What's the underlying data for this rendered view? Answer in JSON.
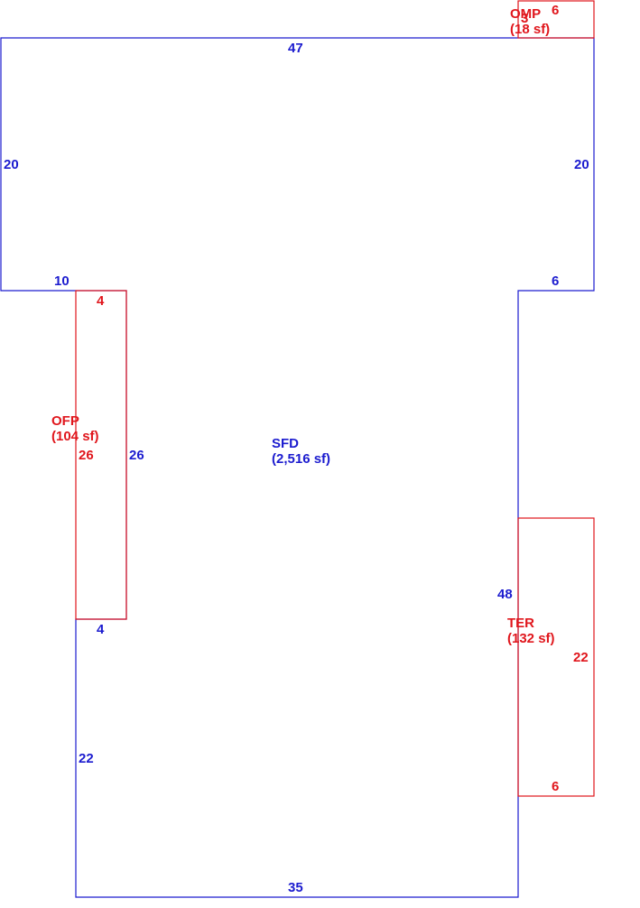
{
  "colors": {
    "main": "#1c1ccf",
    "addition": "#e0161c"
  },
  "areas": {
    "sfd": {
      "code": "SFD",
      "area": "(2,516 sf)"
    },
    "omp": {
      "code": "OMP",
      "area": "(18 sf)"
    },
    "ofp": {
      "code": "OFP",
      "area": "(104 sf)"
    },
    "ter": {
      "code": "TER",
      "area": "(132 sf)"
    }
  },
  "dims": {
    "sfd_top": "47",
    "sfd_left_upper": "20",
    "sfd_right_upper": "20",
    "sfd_notch_left": "10",
    "sfd_notch_right": "6",
    "sfd_ofp_side": "26",
    "sfd_step": "4",
    "sfd_left_lower": "22",
    "sfd_right_lower": "48",
    "sfd_bottom": "35",
    "omp_width": "6",
    "omp_height": "3",
    "ofp_top": "4",
    "ofp_side": "26",
    "ter_side": "22",
    "ter_bottom": "6"
  }
}
